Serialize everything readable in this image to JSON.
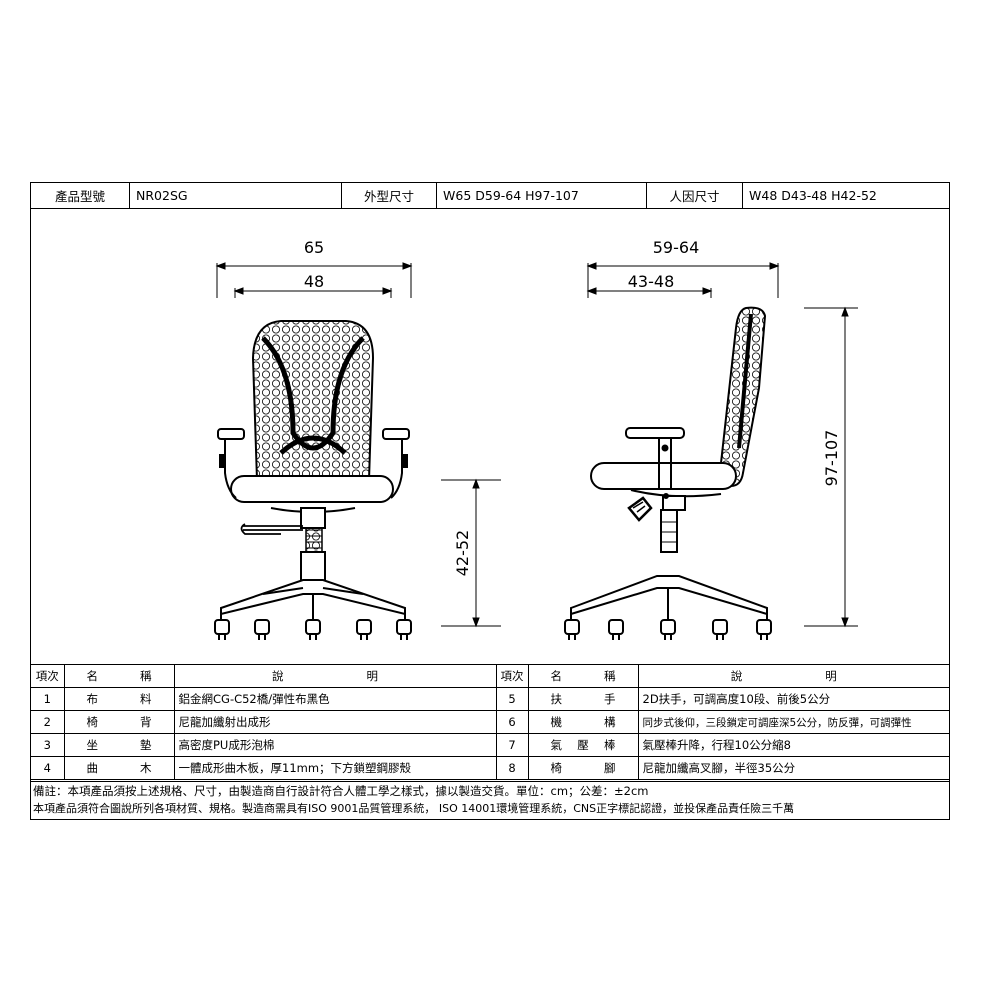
{
  "header": {
    "model_label": "產品型號",
    "model_value": "NR02SG",
    "size_label": "外型尺寸",
    "size_value": "W65 D59-64 H97-107",
    "ergo_label": "人因尺寸",
    "ergo_value": "W48 D43-48 H42-52"
  },
  "dimensions": {
    "front_outer_width": "65",
    "front_seat_width": "48",
    "seat_height": "42-52",
    "side_outer_depth": "59-64",
    "side_seat_depth": "43-48",
    "total_height": "97-107"
  },
  "parts_table": {
    "headers": {
      "no": "項次",
      "name": "名　稱",
      "desc": "說　　明"
    },
    "left": [
      {
        "no": "1",
        "name": "布料",
        "desc": "鋁金網CG-C52橋/彈性布黑色"
      },
      {
        "no": "2",
        "name": "椅背",
        "desc": "尼龍加纖射出成形"
      },
      {
        "no": "3",
        "name": "坐墊",
        "desc": "高密度PU成形泡棉"
      },
      {
        "no": "4",
        "name": "曲木",
        "desc": "一體成形曲木板，厚11mm；下方鎖塑鋼膠殼"
      }
    ],
    "right": [
      {
        "no": "5",
        "name": "扶手",
        "desc": "2D扶手，可調高度10段、前後5公分"
      },
      {
        "no": "6",
        "name": "機構",
        "desc": "同步式後仰，三段鎖定可調座深5公分，防反彈，可調彈性"
      },
      {
        "no": "7",
        "name": "氣壓棒",
        "desc": "氣壓棒升降，行程10公分縮8"
      },
      {
        "no": "8",
        "name": "椅腳",
        "desc": "尼龍加纖高叉腳，半徑35公分"
      }
    ]
  },
  "notes": {
    "line1": "備註：本項產品須按上述規格、尺寸，由製造商自行設計符合人體工學之樣式，據以製造交貨。單位：cm；公差：±2cm",
    "line2": "本項產品須符合圖說所列各項材質、規格。製造商需具有ISO 9001品質管理系統， ISO 14001環境管理系統，CNS正字標記認證，並投保產品責任險三千萬"
  }
}
